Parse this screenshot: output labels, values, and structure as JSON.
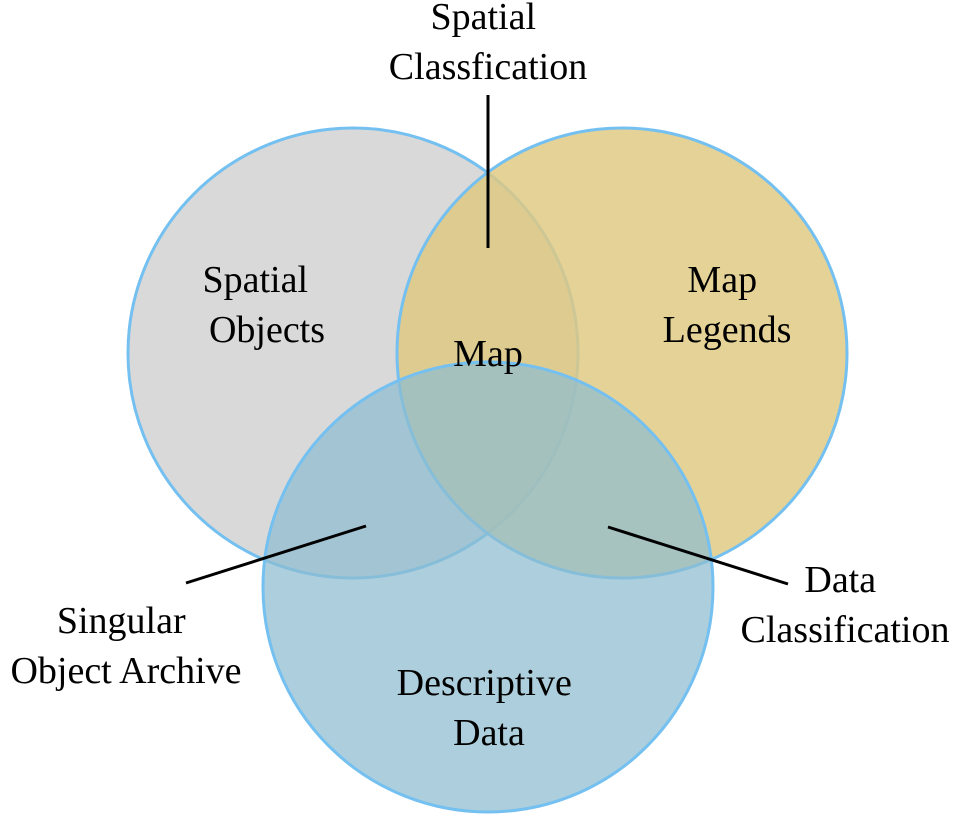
{
  "diagram": {
    "type": "venn",
    "circles": [
      {
        "id": "spatial-objects",
        "label_lines": [
          "Spatial",
          "Objects"
        ],
        "fill": "#d9d9d9"
      },
      {
        "id": "map-legends",
        "label_lines": [
          "Map",
          "Legends"
        ],
        "fill": "#dfc880"
      },
      {
        "id": "descriptive-data",
        "label_lines": [
          "Descriptive",
          "Data"
        ],
        "fill": "#8ebdd0"
      }
    ],
    "circle_stroke": "#74c0f0",
    "center_label": "Map",
    "callouts": [
      {
        "id": "spatial-classification",
        "label_lines": [
          "Spatial",
          "Classfication"
        ],
        "region": "spatial-objects ∩ map-legends"
      },
      {
        "id": "singular-object-archive",
        "label_lines": [
          "Singular",
          "Object Archive"
        ],
        "region": "spatial-objects ∩ descriptive-data"
      },
      {
        "id": "data-classification",
        "label_lines": [
          "Data",
          "Classification"
        ],
        "region": "map-legends ∩ descriptive-data"
      }
    ],
    "line_color": "#000000"
  }
}
